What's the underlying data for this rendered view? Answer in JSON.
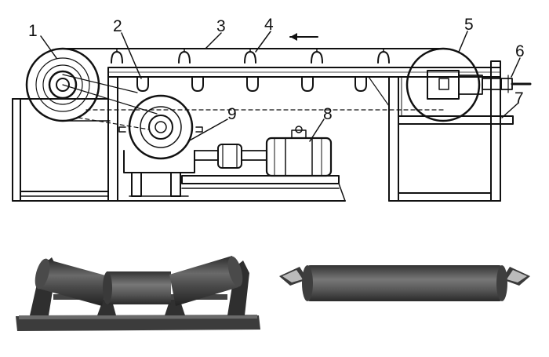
{
  "callouts": [
    {
      "id": "c1",
      "text": "1"
    },
    {
      "id": "c2",
      "text": "2"
    },
    {
      "id": "c3",
      "text": "3"
    },
    {
      "id": "c4",
      "text": "4"
    },
    {
      "id": "c5",
      "text": "5"
    },
    {
      "id": "c6",
      "text": "6"
    },
    {
      "id": "c7",
      "text": "7"
    },
    {
      "id": "c8",
      "text": "8"
    },
    {
      "id": "c9",
      "text": "9"
    }
  ],
  "colors": {
    "ink": "#111111",
    "background": "#ffffff",
    "roller_photo": "#555555"
  },
  "icons": [
    "direction-arrow-icon"
  ]
}
